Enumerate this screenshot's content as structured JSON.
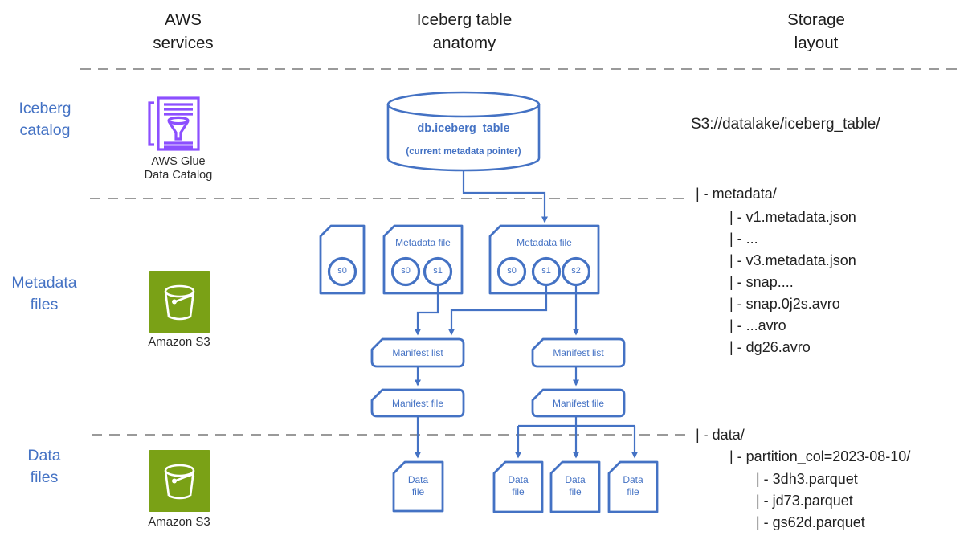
{
  "columns": [
    {
      "title": "AWS\nservices"
    },
    {
      "title": "Iceberg table\nanatomy"
    },
    {
      "title": "Storage\nlayout"
    }
  ],
  "rows": [
    {
      "label": "Iceberg\ncatalog"
    },
    {
      "label": "Metadata\nfiles"
    },
    {
      "label": "Data\nfiles"
    }
  ],
  "aws_services": {
    "glue_caption": "AWS Glue\nData Catalog",
    "s3_metadata_caption": "Amazon S3",
    "s3_data_caption": "Amazon S3"
  },
  "catalog": {
    "table_name": "db.iceberg_table",
    "pointer_note": "(current metadata pointer)"
  },
  "anatomy": {
    "metadata_files": [
      {
        "snapshots": [
          "s0"
        ]
      },
      {
        "label": "Metadata file",
        "snapshots": [
          "s0",
          "s1"
        ]
      },
      {
        "label": "Metadata file",
        "snapshots": [
          "s0",
          "s1",
          "s2"
        ]
      }
    ],
    "manifest_lists": [
      "Manifest list",
      "Manifest list"
    ],
    "manifest_files": [
      "Manifest file",
      "Manifest file"
    ],
    "data_files": [
      "Data\nfile",
      "Data\nfile",
      "Data\nfile",
      "Data\nfile"
    ]
  },
  "storage": {
    "root": "S3://datalake/iceberg_table/",
    "metadata_tree": [
      "| - metadata/",
      "| - v1.metadata.json",
      "| - ...",
      "| - v3.metadata.json",
      "| - snap....",
      "| - snap.0j2s.avro",
      "| - ...avro",
      "| - dg26.avro"
    ],
    "data_tree": [
      "| - data/",
      "| - partition_col=2023-08-10/",
      "| - 3dh3.parquet",
      "| - jd73.parquet",
      "| - gs62d.parquet"
    ]
  },
  "colors": {
    "diagram_blue": "#4472C4",
    "glue_purple": "#8C4FFF",
    "s3_green": "#7AA116",
    "divider_gray": "#9A9A9A",
    "text_black": "#1F1F1F"
  }
}
